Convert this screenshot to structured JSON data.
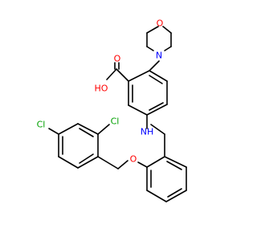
{
  "structure": {
    "labels": {
      "morpholine_o": "O",
      "morpholine_n": "N",
      "acid_o": "O",
      "acid_oh": "HO",
      "amine_nh": "NH",
      "ether_o": "O",
      "cl_top": "Cl",
      "cl_left": "Cl"
    },
    "colors": {
      "bond": "#000000",
      "oxygen": "#ff0000",
      "nitrogen": "#0000ff",
      "chlorine": "#00a000"
    }
  }
}
